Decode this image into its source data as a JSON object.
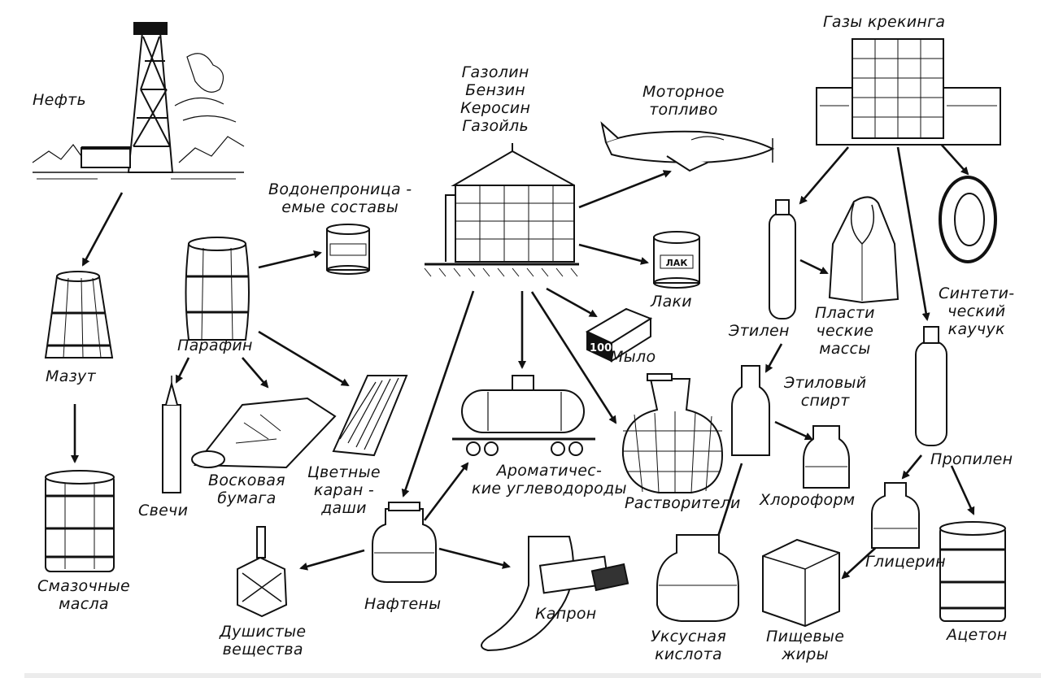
{
  "labels": {
    "neft": "Нефть",
    "mazut": "Мазут",
    "smazochnye": "Смазочные\nмасла",
    "parafin": "Парафин",
    "svechi": "Свечи",
    "voskovaya": "Восковая\nбумага",
    "karandashi": "Цветные\nкаран -\nдаши",
    "vodonepronic": "Водонепроница -\nемые составы",
    "fractions": "Газолин\nБензин\nКеросин\nГазойль",
    "motornoe": "Моторное\nтопливо",
    "laki": "Лаки",
    "mylo": "Мыло",
    "aromatic": "Ароматичес-\nкие углеводороды",
    "rastvoriteli": "Растворители",
    "naftenу": "Нафтены",
    "dushistye": "Душистые\nвещества",
    "kapron": "Капрон",
    "gazy": "Газы крекинга",
    "etilen": "Этилен",
    "plastic": "Пласти\nческие\nмассы",
    "kauchuk": "Синтети-\nческий\nкаучук",
    "etil_spirt": "Этиловый\nспирт",
    "chloroform": "Хлороформ",
    "propilen": "Пропилен",
    "glicerin": "Глицерин",
    "aceton": "Ацетон",
    "uksusnaya": "Уксусная\nкислота",
    "pishchevye": "Пищевые\nжиры"
  },
  "item_text": {
    "soap_weight": "100г",
    "varnish_can": "ЛАК"
  }
}
